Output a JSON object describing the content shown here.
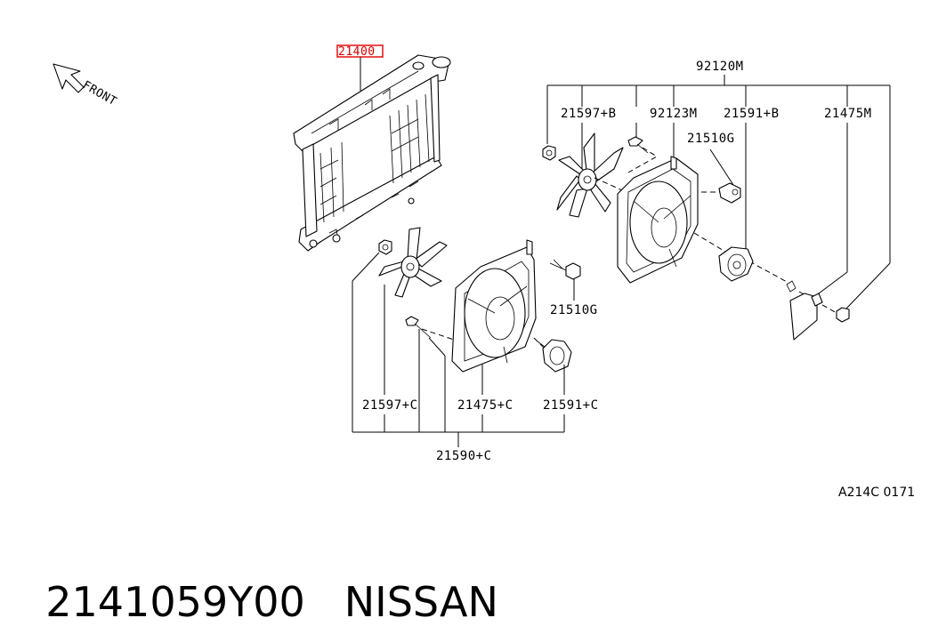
{
  "callouts": {
    "radiator": "21400",
    "kit_b": "92120M",
    "fan_b": "21597+B",
    "shroud_sub_b": "92123M",
    "motor_b": "21591+B",
    "shroud_b": "21475M",
    "bolt_b": "21510G",
    "bolt_c": "21510G",
    "fan_c": "21597+C",
    "shroud_c": "21475+C",
    "motor_c": "21591+C",
    "kit_c": "21590+C"
  },
  "direction_label": "FRONT",
  "diagram_code": "A214C 0171",
  "part_number": "2141059Y00",
  "brand": "NISSAN",
  "colors": {
    "highlight": "#e00000",
    "ink": "#000000",
    "background": "#ffffff"
  },
  "icons": [
    "front-arrow-icon"
  ]
}
